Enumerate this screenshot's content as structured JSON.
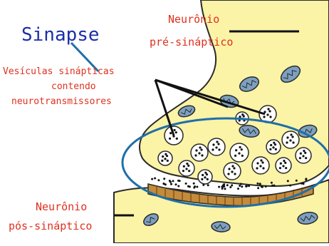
{
  "title": "Sinapse",
  "labels": {
    "pre_line1": "Neurônio",
    "pre_line2": "pré-sináptico",
    "vesicles_line1": "Vesículas sinápticas",
    "vesicles_line2": "contendo",
    "vesicles_line3": "neurotransmissores",
    "post_line1": "Neurônio",
    "post_line2": "pós-sináptico"
  },
  "colors": {
    "neuron_fill": "#fbf3a6",
    "outline": "#2a2a2a",
    "label_text": "#e0301e",
    "title_text": "#1a2fa8",
    "highlight_ellipse": "#1f6fa8",
    "vesicle_fill": "#ffffff",
    "mitochondria_fill": "#7da0c0",
    "receptor_fill": "#c58a3a"
  }
}
